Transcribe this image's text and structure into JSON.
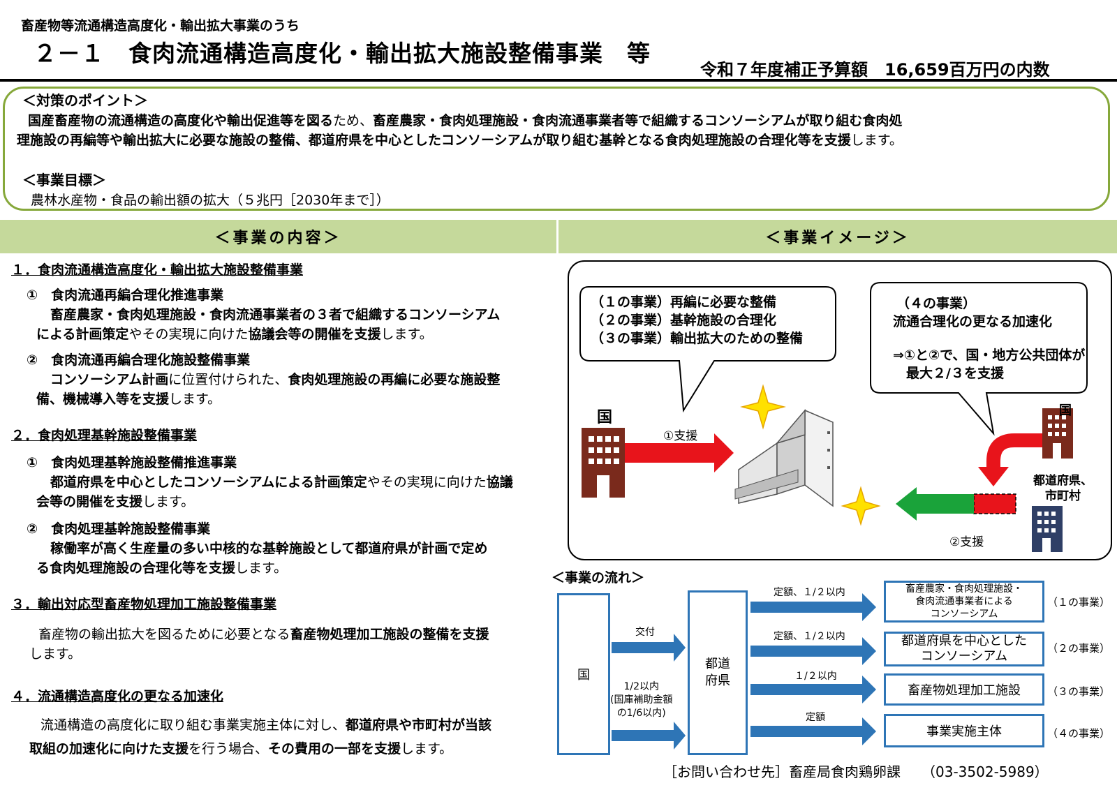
{
  "header": {
    "subtitle": "畜産物等流通構造高度化・輸出拡大事業のうち",
    "title": "２－１　食肉流通構造高度化・輸出拡大施設整備事業　等",
    "budget": "令和７年度補正予算額　16,659百万円の内数"
  },
  "points": {
    "heading": "＜対策のポイント＞",
    "line1_bold1": "国産畜産物の流通構造の高度化や輸出促進等を図る",
    "line1_normal1": "ため、",
    "line1_bold2": "畜産農家・食肉処理施設・食肉流通事業者等で組織するコンソーシアムが取り組む食肉処",
    "line2_bold": "理施設の再編等や輸出拡大に必要な施設の整備、都道府県を中心としたコンソーシアムが取り組む基幹となる食肉処理施設の合理化等を支援",
    "line2_normal": "します。",
    "goal_heading": "＜事業目標＞",
    "goal_text": "農林水産物・食品の輸出額の拡大（５兆円［2030年まで］）"
  },
  "bars": {
    "left": "＜事業の内容＞",
    "right": "＜事業イメージ＞"
  },
  "content": {
    "s1_title": "１．食肉流通構造高度化・輸出拡大施設整備事業",
    "s1_1_title": "①　食肉流通再編合理化推進事業",
    "s1_1_l1": "畜産農家・食肉処理施設・食肉流通事業者の３者で組織するコンソーシアム",
    "s1_1_l2_b": "による計画策定",
    "s1_1_l2_n": "やその実現に向けた",
    "s1_1_l2_b2": "協議会等の開催を支援",
    "s1_1_l2_n2": "します。",
    "s1_2_title": "②　食肉流通再編合理化施設整備事業",
    "s1_2_l1_b": "コンソーシアム計画",
    "s1_2_l1_n": "に位置付けられた、",
    "s1_2_l1_b2": "食肉処理施設の再編に必要な施設整",
    "s1_2_l2_b": "備、機械導入等を支援",
    "s1_2_l2_n": "します。",
    "s2_title": "２．食肉処理基幹施設整備事業",
    "s2_1_title": "①　食肉処理基幹施設整備推進事業",
    "s2_1_l1_b": "都道府県を中心としたコンソーシアムによる計画策定",
    "s2_1_l1_n": "やその実現に向けた",
    "s2_1_l1_b2": "協議",
    "s2_1_l2_b": "会等の開催を支援",
    "s2_1_l2_n": "します。",
    "s2_2_title": "②　食肉処理基幹施設整備事業",
    "s2_2_l1": "稼働率が高く生産量の多い中核的な基幹施設として都道府県が計画で定め",
    "s2_2_l2_b": "る食肉処理施設の合理化等を支援",
    "s2_2_l2_n": "します。",
    "s3_title": "３．輸出対応型畜産物処理加工施設整備事業",
    "s3_l1_n": "畜産物の輸出拡大を図るために必要となる",
    "s3_l1_b": "畜産物処理加工施設の整備を支援",
    "s3_l2": "します。",
    "s4_title": "４．流通構造高度化の更なる加速化",
    "s4_l1_n": "流通構造の高度化に取り組む事業実施主体に対し、",
    "s4_l1_b": "都道府県や市町村が当該",
    "s4_l2_b": "取組の加速化に向けた支援",
    "s4_l2_n": "を行う場合、",
    "s4_l2_b2": "その費用の一部を支援",
    "s4_l2_n2": "します。"
  },
  "image": {
    "bubble_left": [
      "（１の事業）再編に必要な整備",
      "（２の事業）基幹施設の合理化",
      "（３の事業）輸出拡大のための整備"
    ],
    "bubble_right": [
      "（４の事業）",
      "流通合理化の更なる加速化",
      "",
      "⇒①と②で、国・地方公共団体が",
      "　最大２/３を支援"
    ],
    "kuni_left": "国",
    "support1": "①支援",
    "kuni_right": "国",
    "pref_city": "都道府県、\n市町村",
    "support2": "②支援"
  },
  "flow": {
    "heading": "＜事業の流れ＞",
    "kuni": "国",
    "todofuken": "都道\n府県",
    "kofu": "交付",
    "half_note": "1/2以内\n(国庫補助金額\nの1/6以内)",
    "rows": [
      {
        "label": "定額、１/２以内",
        "target": "畜産農家・食肉処理施設・\n食肉流通事業者による\nコンソーシアム",
        "tag": "（１の事業）"
      },
      {
        "label": "定額、１/２以内",
        "target": "都道府県を中心とした\nコンソーシアム",
        "tag": "（２の事業）"
      },
      {
        "label": "１/２以内",
        "target": "畜産物処理加工施設",
        "tag": "（３の事業）"
      },
      {
        "label": "定額",
        "target": "事業実施主体",
        "tag": "（４の事業）"
      }
    ],
    "contact": "［お問い合わせ先］畜産局食肉鶏卵課　　（03-3502-5989）"
  },
  "colors": {
    "green_border": "#86a83a",
    "bar_bg": "#c5d99b",
    "flow_blue": "#2e75b6",
    "arrow_red": "#e8141b",
    "arrow_green": "#1aa33a"
  }
}
